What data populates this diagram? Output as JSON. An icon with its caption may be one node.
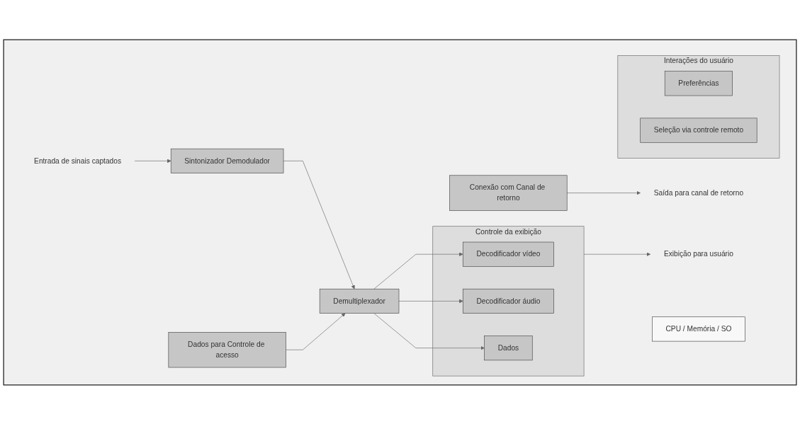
{
  "diagram": {
    "nodes": [
      {
        "text": [],
        "shape": "box"
      },
      {
        "text": [
          "Controle da exibição"
        ],
        "in": 0
      },
      {
        "text": [
          "Dados para Controle de acesso"
        ],
        "in": 0
      },
      {
        "text": [
          "Entrada de sinais captados"
        ],
        "in": 0
      },
      {
        "text": [
          "Sintonizador Demodulador"
        ],
        "in": 0
      },
      {
        "text": [
          "Demultiplexador"
        ],
        "in": 0
      },
      {
        "text": [
          "Decodificador vídeo"
        ],
        "in": 1
      },
      {
        "text": [
          "Decodificador áudio"
        ],
        "in": 1
      },
      {
        "text": [
          "Dados"
        ],
        "in": 1
      },
      {
        "text": [
          "Exibição para usuário"
        ],
        "in": 0
      },
      {
        "text": [
          "Interações do usuário"
        ],
        "in": 0
      },
      {
        "text": [
          "Preferências"
        ],
        "in": 10
      },
      {
        "text": [
          "Seleção via controle remoto"
        ],
        "in": 10
      },
      {
        "text": [
          "Conexão com Canal de retorno"
        ],
        "in": 0
      },
      {
        "text": [
          "Saída para canal de retorno"
        ],
        "in": 0
      },
      {
        "text": [
          "CPU / Memória / SO"
        ],
        "in": 0
      }
    ],
    "edges": [
      {
        "from": 3,
        "to": 4,
        "arrow": "to"
      },
      {
        "from": 4,
        "to": 5,
        "arrow": "to"
      },
      {
        "from": 2,
        "to": 5,
        "arrow": "to"
      },
      {
        "from": 5,
        "to": 6,
        "arrow": "to"
      },
      {
        "from": 5,
        "to": 7,
        "arrow": "to"
      },
      {
        "from": 5,
        "to": 8,
        "arrow": "to"
      },
      {
        "from": 1,
        "to": 9,
        "arrow": "to"
      },
      {
        "from": 13,
        "to": 14,
        "arrow": "to"
      }
    ]
  }
}
